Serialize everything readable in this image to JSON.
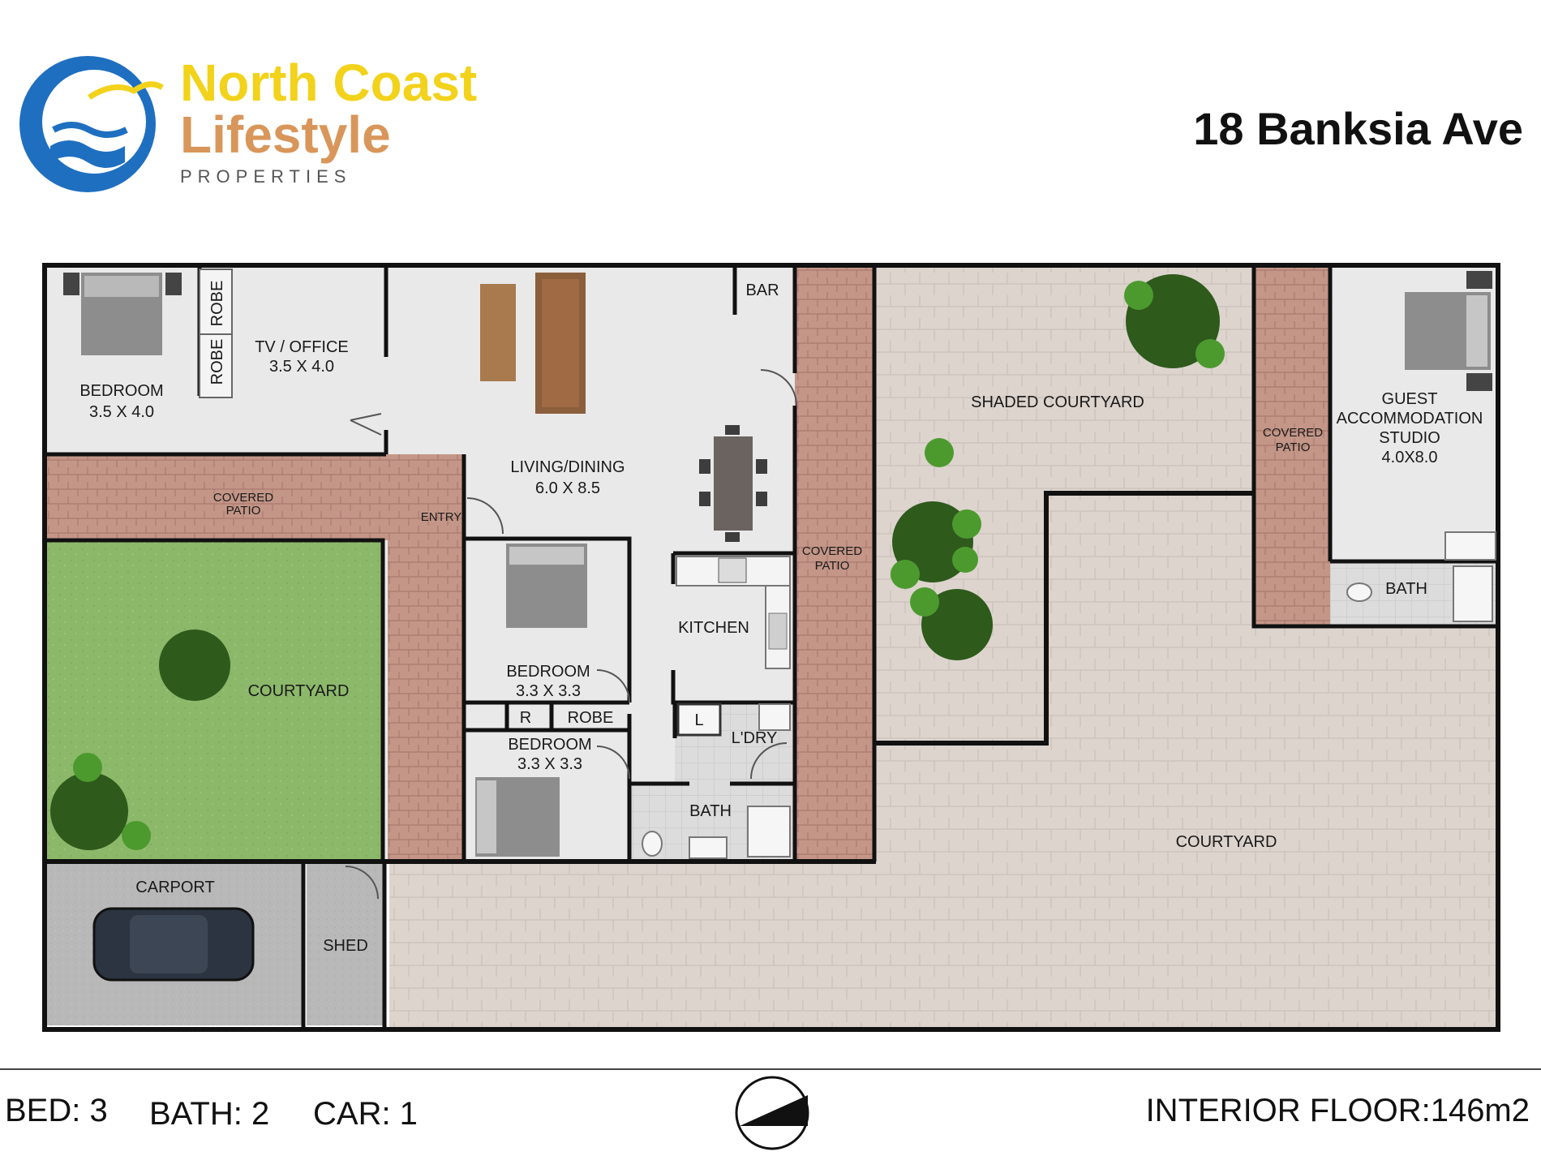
{
  "brand": {
    "line1": "North Coast",
    "line2": "Lifestyle",
    "line3": "PROPERTIES",
    "colors": {
      "blue": "#1f6fc0",
      "yellow": "#f2d21a",
      "tan": "#d9965a"
    }
  },
  "address": "18 Banksia Ave",
  "rooms": {
    "bedroom1": {
      "name": "BEDROOM",
      "size": "3.5 X 4.0"
    },
    "robe_a": "ROBE",
    "robe_b": "ROBE",
    "tv_office": {
      "name": "TV / OFFICE",
      "size": "3.5 X 4.0"
    },
    "living": {
      "name": "LIVING/DINING",
      "size": "6.0 X 8.5"
    },
    "bar": "BAR",
    "covered_patio_left_1": "COVERED",
    "covered_patio_left_2": "PATIO",
    "entry": "ENTRY",
    "courtyard_left": "COURTYARD",
    "bedroom2": {
      "name": "BEDROOM",
      "size": "3.3 X 3.3"
    },
    "r": "R",
    "robe_c": "ROBE",
    "bedroom3": {
      "name": "BEDROOM",
      "size": "3.3 X 3.3"
    },
    "kitchen": "KITCHEN",
    "l": "L",
    "laundry": "L'DRY",
    "bath_main": "BATH",
    "covered_patio_mid_1": "COVERED",
    "covered_patio_mid_2": "PATIO",
    "shaded_courtyard": "SHADED COURTYARD",
    "covered_patio_right_1": "COVERED",
    "covered_patio_right_2": "PATIO",
    "guest_1": "GUEST",
    "guest_2": "ACCOMMODATION",
    "guest_3": "STUDIO",
    "guest_size": "4.0X8.0",
    "bath_guest": "BATH",
    "courtyard_right": "COURTYARD",
    "carport": "CARPORT",
    "shed": "SHED"
  },
  "footer": {
    "bed": "BED: 3",
    "bath": "BATH: 2",
    "car": "CAR: 1",
    "interior": "INTERIOR FLOOR:146m2"
  }
}
